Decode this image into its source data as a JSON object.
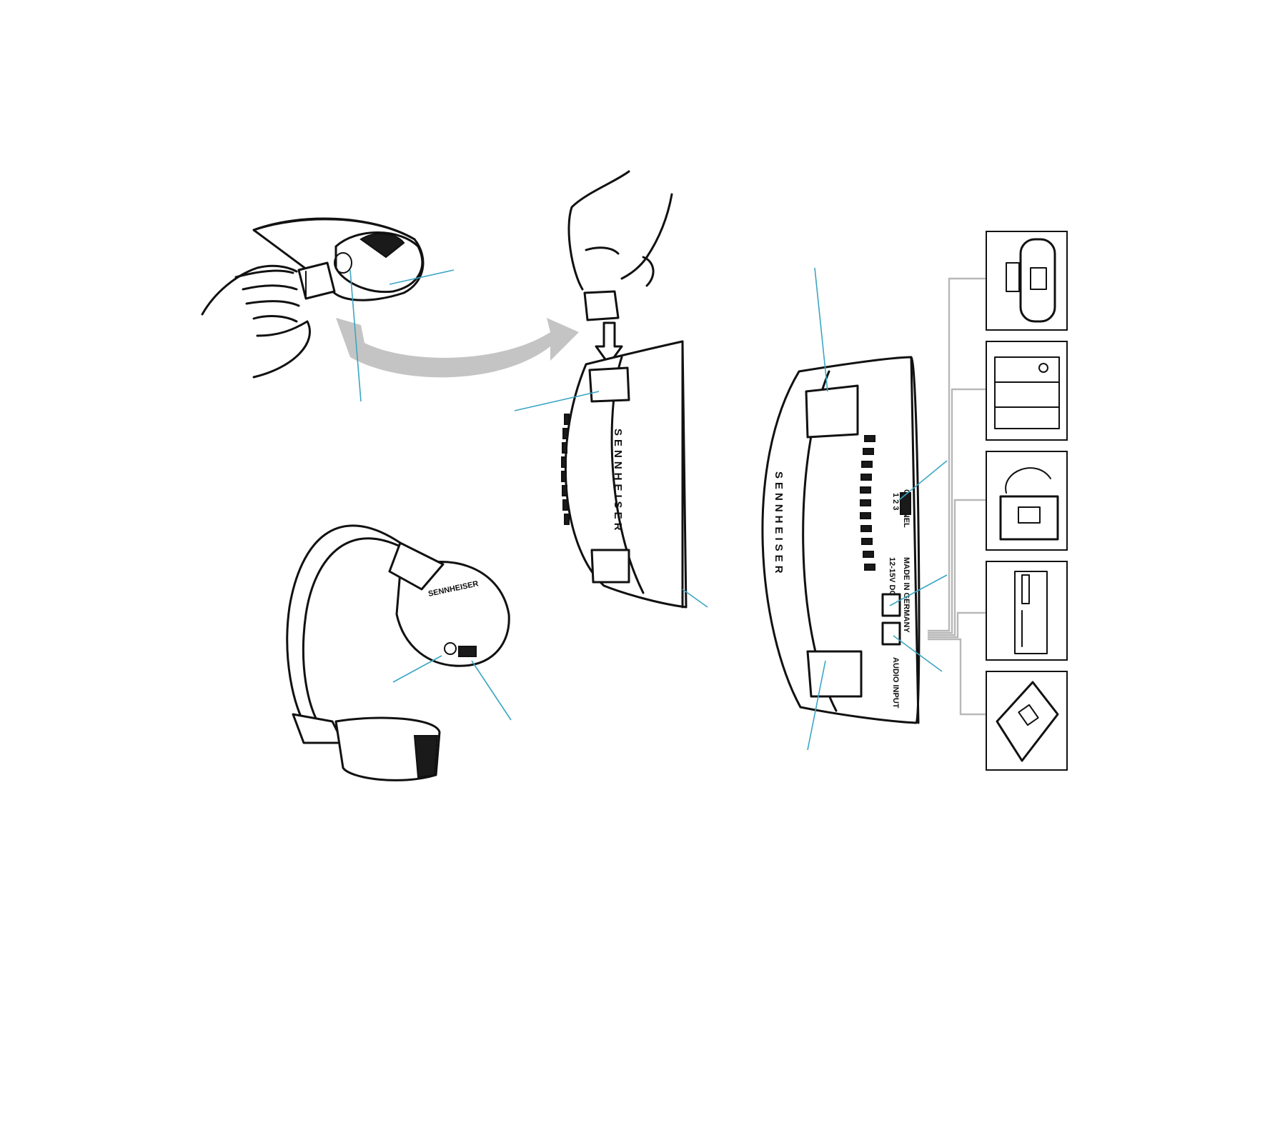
{
  "colors": {
    "leader_line": "#3aa6c4",
    "wire": "#b8b8b8",
    "arrow_fill": "#c4c4c4",
    "ink": "#111111"
  },
  "transmitter": {
    "brand": "SENNHEISER",
    "made_in": "MADE IN GERMANY",
    "power_rating": "12-15V DC",
    "channel_label": "CHANNEL",
    "channel_numbers": "1  2  3",
    "audio_input": "AUDIO INPUT"
  },
  "headphone": {
    "brand": "SENNHEISER"
  },
  "audio_sources": [
    {
      "icon": "boombox-icon"
    },
    {
      "icon": "hifi-stack-icon"
    },
    {
      "icon": "tv-icon"
    },
    {
      "icon": "cd-player-icon"
    },
    {
      "icon": "portable-cd-player-icon"
    }
  ]
}
